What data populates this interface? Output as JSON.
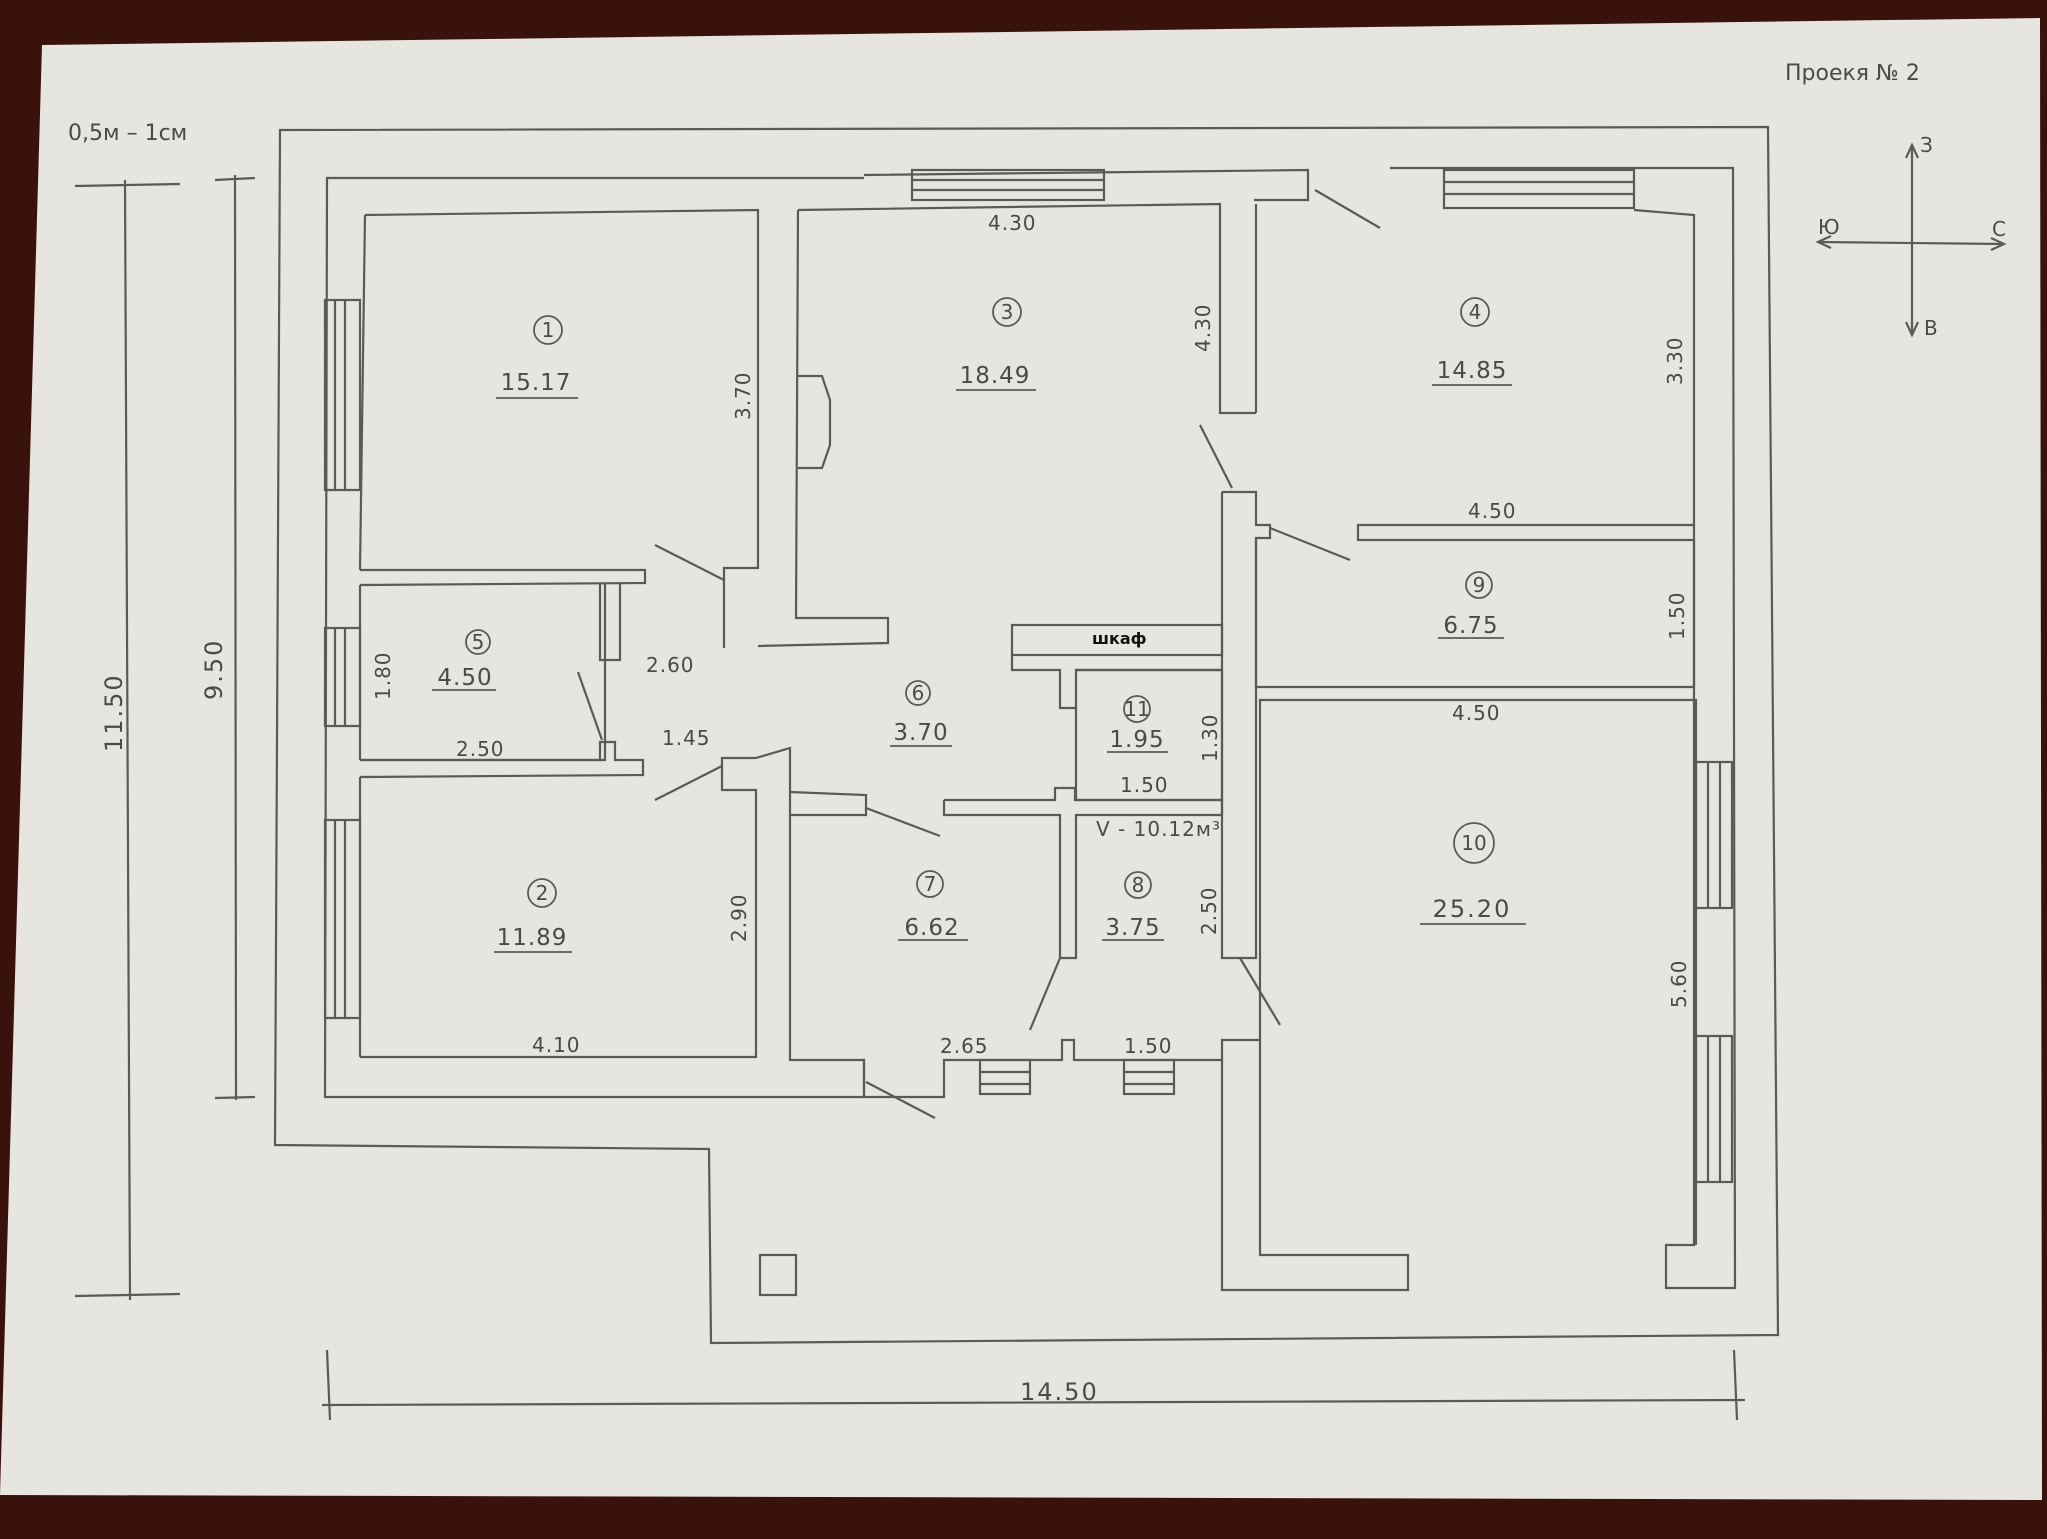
{
  "header": {
    "scale": "0,5м – 1см",
    "project": "Проекя № 2"
  },
  "compass": {
    "north": "З",
    "south": "В",
    "west": "Ю",
    "east": "С"
  },
  "rooms": [
    {
      "id": "1",
      "area": "15.17"
    },
    {
      "id": "2",
      "area": "11.89"
    },
    {
      "id": "3",
      "area": "18.49"
    },
    {
      "id": "4",
      "area": "14.85"
    },
    {
      "id": "5",
      "area": "4.50"
    },
    {
      "id": "6",
      "area": "3.70"
    },
    {
      "id": "7",
      "area": "6.62"
    },
    {
      "id": "8",
      "area": "3.75"
    },
    {
      "id": "9",
      "area": "6.75"
    },
    {
      "id": "10",
      "area": "25.20"
    },
    {
      "id": "11",
      "area": "1.95"
    }
  ],
  "dimensions": {
    "room3_width": "4.30",
    "room3_height": "4.30",
    "room1_height": "3.70",
    "room4_height": "3.30",
    "room9_width": "4.50",
    "room9_height": "1.50",
    "room10_width": "4.50",
    "room10_height": "5.60",
    "room5_height": "1.80",
    "room5_width": "2.50",
    "corridor_2_60": "2.60",
    "corridor_1_45": "1.45",
    "room11_height": "1.30",
    "room11_width": "1.50",
    "room8_height": "2.50",
    "room2_height": "2.90",
    "room2_width": "4.10",
    "room7_width": "2.65",
    "room8_width": "1.50",
    "inner_height": "9.50",
    "total_height": "11.50",
    "total_width": "14.50"
  },
  "labels": {
    "closet": "шкаф",
    "volume": "V - 10.12м³"
  }
}
